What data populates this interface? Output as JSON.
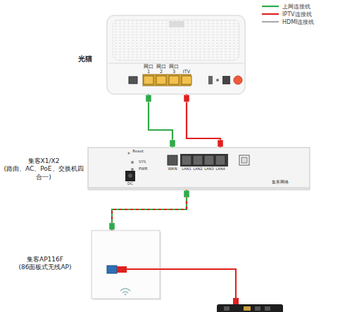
{
  "diagram": {
    "nodes": [
      {
        "text": [
          "光猫"
        ]
      },
      {
        "text": [
          "集客X1/X2",
          "(路由、AC、PoE、交换机四合一)"
        ]
      },
      {
        "text": [
          "集客AP116F",
          "(86面板式无线AP)"
        ]
      }
    ],
    "edges": [
      {
        "from": 0,
        "to": 1,
        "arrow": "none"
      },
      {
        "from": 0,
        "to": 1,
        "arrow": "none"
      },
      {
        "from": 1,
        "to": 2,
        "arrow": "none"
      }
    ],
    "labels": [
      "网口 1",
      "网口 2",
      "网口 3",
      "ITV",
      "Reset",
      "SYS",
      "PWR",
      "DC",
      "WAN",
      "LAN1",
      "LAN2",
      "LAN3",
      "LAN4",
      "集客网络"
    ],
    "legend": [
      {
        "text": "上网连接线"
      },
      {
        "text": "IPTV连接线"
      },
      {
        "text": "HDMI连接线"
      }
    ]
  }
}
